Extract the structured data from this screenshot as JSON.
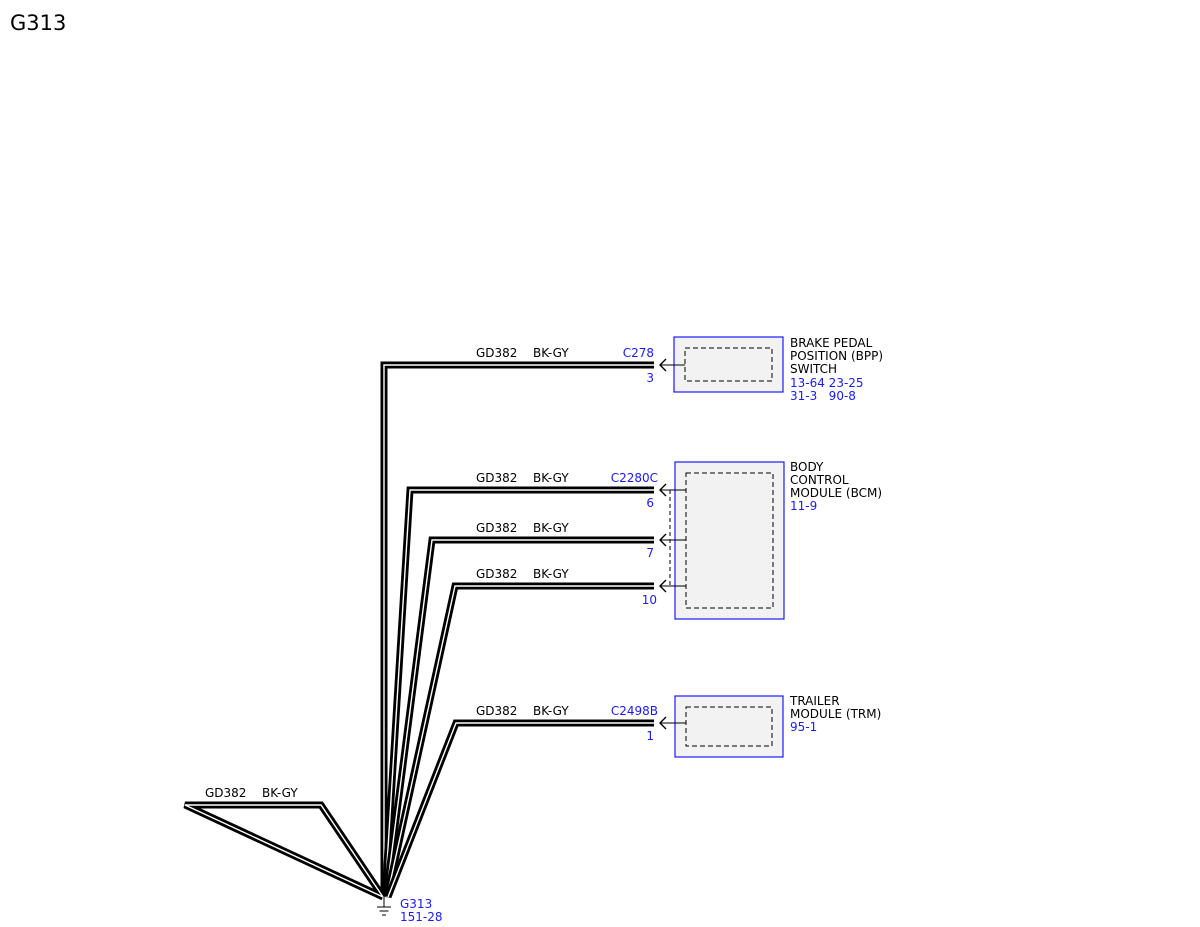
{
  "title": "G313",
  "ground": {
    "id": "G313",
    "ref": "151-28"
  },
  "wires": [
    {
      "circuit": "GD382",
      "color": "BK-GY",
      "connector": "C278",
      "pin": "3"
    },
    {
      "circuit": "GD382",
      "color": "BK-GY",
      "connector": "C2280C",
      "pin": "6"
    },
    {
      "circuit": "GD382",
      "color": "BK-GY",
      "pin": "7"
    },
    {
      "circuit": "GD382",
      "color": "BK-GY",
      "pin": "10"
    },
    {
      "circuit": "GD382",
      "color": "BK-GY",
      "connector": "C2498B",
      "pin": "1"
    },
    {
      "circuit": "GD382",
      "color": "BK-GY"
    }
  ],
  "components": [
    {
      "name_lines": [
        "BRAKE PEDAL",
        "POSITION (BPP)",
        "SWITCH"
      ],
      "ref_lines": [
        "13-64 23-25",
        "31-3   90-8"
      ]
    },
    {
      "name_lines": [
        "BODY",
        "CONTROL",
        "MODULE (BCM)"
      ],
      "ref_lines": [
        "11-9"
      ]
    },
    {
      "name_lines": [
        "TRAILER",
        "MODULE (TRM)"
      ],
      "ref_lines": [
        "95-1"
      ]
    }
  ],
  "colors": {
    "wire": "#000000",
    "connector_label": "#1a1aff",
    "component_border": "#1a1aff",
    "component_fill": "#f2f2f2"
  }
}
